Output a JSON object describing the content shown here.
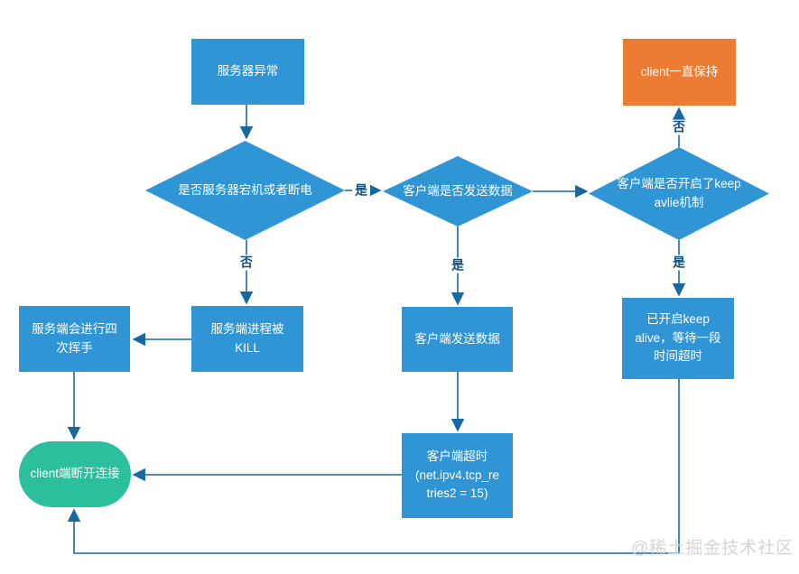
{
  "diagram": {
    "nodes": {
      "server_error": "服务器异常",
      "client_keep": "client一直保持",
      "d_server_down": "是否服务器宕机或者断电",
      "d_client_send": "客户端是否发送数据",
      "d_keepalive_on": "客户端是否开启了keep\navlie机制",
      "four_wave": "服务端会进行四\n次挥手",
      "process_kill": "服务端进程被\nKILL",
      "send_data": "客户端发送数据",
      "keepalive_wait": "已开启keep\nalive，等待一段\n时间超时",
      "client_timeout": "客户端超时\n(net.ipv4.tcp_re\ntries2 = 15)",
      "client_disconnect": "client端断开连接"
    },
    "edge_labels": {
      "yes1": "是",
      "no1": "否",
      "yes2": "是",
      "no2": "否",
      "yes3": "是"
    },
    "colors": {
      "process_fill": "#3095d5",
      "highlight_fill": "#ec7b33",
      "terminator_fill": "#2cbf9e",
      "connector": "#17689f",
      "edge_label_text": "#125181",
      "node_text": "#ffffff",
      "watermark_text": "#d5d5d5"
    },
    "watermark": "@稀土掘金技术社区"
  }
}
